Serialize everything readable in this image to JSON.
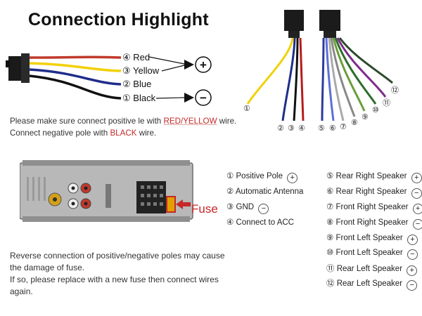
{
  "title": "Connection Highlight",
  "wires": [
    {
      "num": "④",
      "label": "Red",
      "color": "#c0392b"
    },
    {
      "num": "③",
      "label": "Yellow",
      "color": "#f1d10a"
    },
    {
      "num": "②",
      "label": "Blue",
      "color": "#1f2d8a"
    },
    {
      "num": "①",
      "label": "Black",
      "color": "#111111"
    }
  ],
  "polarity": {
    "positive": "+",
    "negative": "−"
  },
  "note": {
    "line1_a": "Please make sure connect positive",
    "line1_b": "le with",
    "line1_red": "RED/YELLOW",
    "line1_c": "wire.",
    "line2_a": "Connect negative pole with",
    "line2_black": "BLACK",
    "line2_b": "wire."
  },
  "harness_numbers_left": [
    "①",
    "②",
    "③",
    "④"
  ],
  "harness_numbers_right": [
    "⑤",
    "⑥",
    "⑦",
    "⑧",
    "⑨",
    "⑩",
    "⑪",
    "⑫"
  ],
  "fuse_label": "Fuse",
  "warning": [
    "Reverse connection of positive/negative poles may cause the damage of fuse.",
    "If so, please replace with a new fuse then connect wires again."
  ],
  "legend_left": [
    {
      "num": "①",
      "label": "Positive Pole",
      "sym": "+"
    },
    {
      "num": "②",
      "label": "Automatic Antenna",
      "sym": ""
    },
    {
      "num": "③",
      "label": "GND",
      "sym": "−"
    },
    {
      "num": "④",
      "label": "Connect to ACC",
      "sym": ""
    }
  ],
  "legend_right": [
    {
      "num": "⑤",
      "label": "Rear Right Speaker",
      "sym": "+"
    },
    {
      "num": "⑥",
      "label": "Rear Right Speaker",
      "sym": "−"
    },
    {
      "num": "⑦",
      "label": "Front Right Speaker",
      "sym": "+"
    },
    {
      "num": "⑧",
      "label": "Front Right Speaker",
      "sym": "−"
    },
    {
      "num": "⑨",
      "label": "Front Left Speaker",
      "sym": "+"
    },
    {
      "num": "⑩",
      "label": "Front Left Speaker",
      "sym": "−"
    },
    {
      "num": "⑪",
      "label": "Rear Left Speaker",
      "sym": "+"
    },
    {
      "num": "⑫",
      "label": "Rear Left Speaker",
      "sym": "−"
    }
  ]
}
